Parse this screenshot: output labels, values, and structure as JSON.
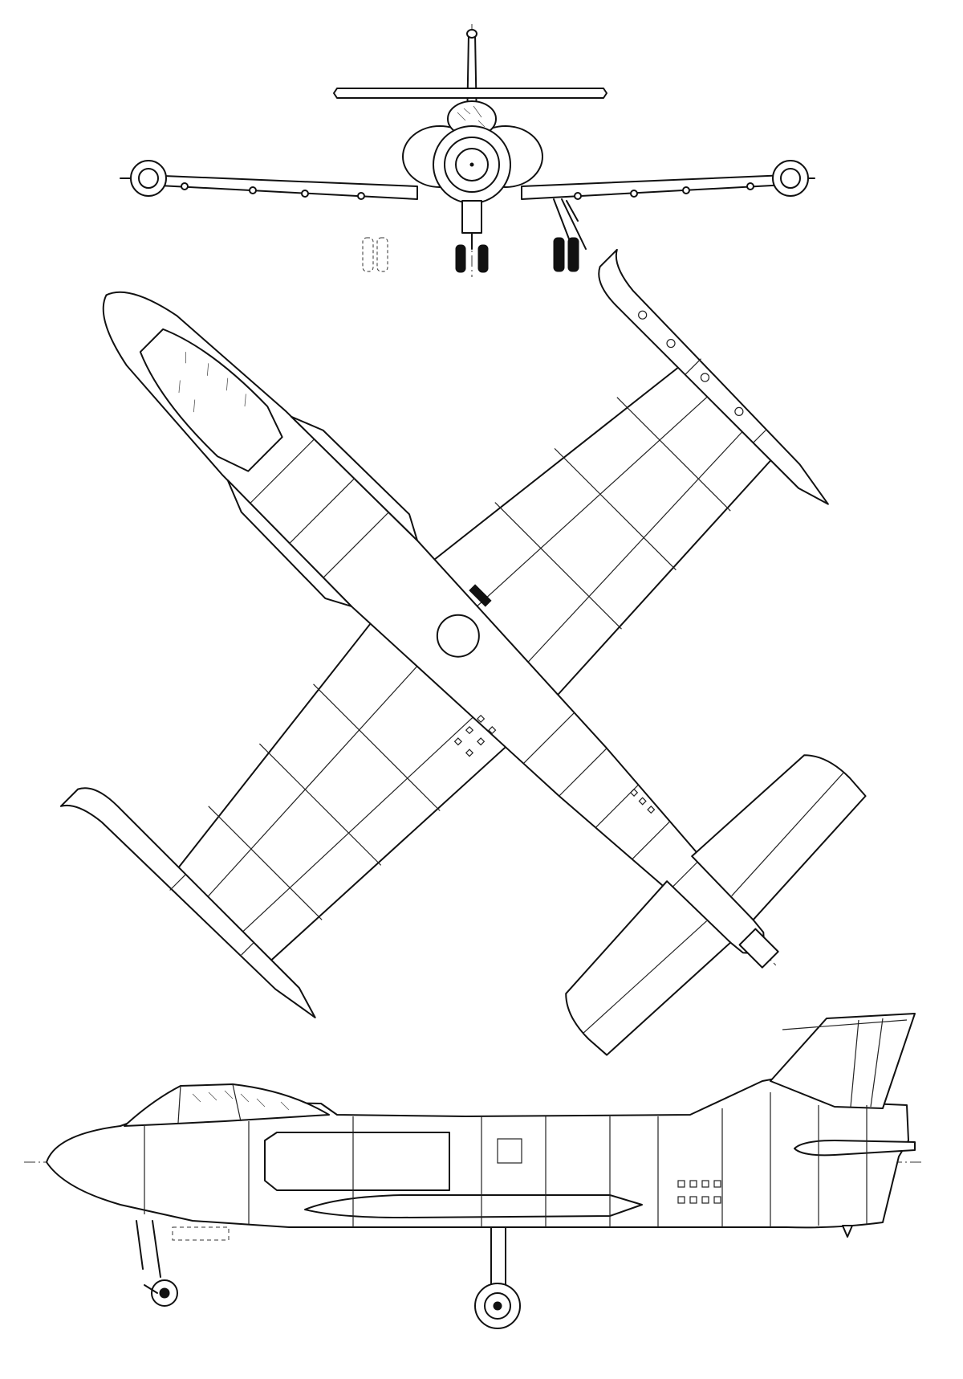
{
  "drawing": {
    "type": "three-view line drawing",
    "line_color": "#111111",
    "background": "#ffffff",
    "views": [
      "front",
      "top",
      "side"
    ]
  }
}
